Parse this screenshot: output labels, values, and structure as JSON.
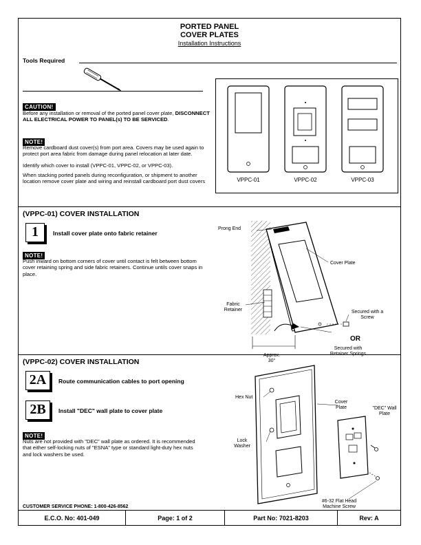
{
  "header": {
    "title_line1": "PORTED PANEL",
    "title_line2": "COVER PLATES",
    "subtitle": "Installation Instructions"
  },
  "tools": {
    "label": "Tools Required",
    "icon": "screwdriver-icon"
  },
  "caution": {
    "badge": "CAUTION!",
    "text_normal": "Before any installation or removal of the ported panel cover plate,",
    "text_bold": "DISCONNECT ALL ELECTRICAL POWER TO PANEL(s) TO BE SERVICED",
    "text_end": "."
  },
  "note1": {
    "badge": "NOTE!",
    "p1": "Remove cardboard dust cover(s) from port area. Covers may be used again to protect port area fabric from damage during panel relocation at later date.",
    "p2": "Identify which cover to install (VPPC-01, VPPC-02, or VPPC-03).",
    "p3": "When stacking ported panels during reconfiguration, or shipment to another location remove cover plate and wiring and reinstall cardboard port dust covers"
  },
  "cover_models": [
    "VPPC-01",
    "VPPC-02",
    "VPPC-03"
  ],
  "section1": {
    "heading": "(VPPC-01) COVER INSTALLATION",
    "step_number": "1",
    "step_text": "Install cover plate onto fabric retainer",
    "note_badge": "NOTE!",
    "note_text": "Push inward on bottom corners of cover until contact is felt between bottom cover retaining spring and side fabric retainers. Continue untils cover snaps in place.",
    "callouts": {
      "prong_end": "Prong End",
      "cover_plate": "Cover Plate",
      "fabric_retainer": "Fabric Retainer",
      "secured_screw": "Secured with a Screw",
      "or": "OR",
      "secured_springs": "Secured with Retainer Springs",
      "approx": "Approx.",
      "angle": "30°"
    }
  },
  "section2": {
    "heading": "(VPPC-02) COVER INSTALLATION",
    "step_a_number": "2A",
    "step_a_text": "Route communication cables to port opening",
    "step_b_number": "2B",
    "step_b_text": "Install \"DEC\" wall plate to cover plate",
    "note_badge": "NOTE!",
    "note_text": "Nuts are not provided with \"DEC\" wall plate as ordered. It is recommended that either self-locking nuts of \"ESNA\" type or standard light-duty hex nuts and lock washers be used.",
    "callouts": {
      "hex_nut": "Hex Nut",
      "cover_plate": "Cover Plate",
      "dec_wall_plate": "\"DEC\" Wall Plate",
      "lock_washer": "Lock Washer",
      "flat_head": "#6-32 Flat Head Machine Screw"
    }
  },
  "customer_service": "CUSTOMER SERVICE PHONE: 1-800-426-8562",
  "footer": {
    "eco": "E.C.O. No:  401-049",
    "page": "Page:  1 of 2",
    "part": "Part No:  7021-8203",
    "rev": "Rev:  A"
  }
}
